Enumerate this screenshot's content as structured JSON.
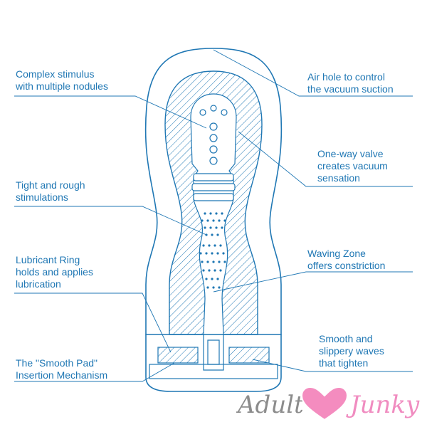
{
  "colors": {
    "line": "#1f77b4",
    "text": "#1f77b4",
    "watermark_gray": "#8c8c8c",
    "watermark_pink": "#f08cc0",
    "heart": "#f48cbf"
  },
  "labels_left": [
    {
      "id": "complex-stimulus",
      "lines": [
        "Complex stimulus",
        "with multiple nodules"
      ]
    },
    {
      "id": "tight-rough",
      "lines": [
        "Tight and rough",
        "stimulations"
      ]
    },
    {
      "id": "lubricant-ring",
      "lines": [
        "Lubricant Ring",
        "holds and applies",
        "lubrication"
      ]
    },
    {
      "id": "smooth-pad",
      "lines": [
        "The \"Smooth Pad\"",
        "Insertion Mechanism"
      ]
    }
  ],
  "labels_right": [
    {
      "id": "air-hole",
      "lines": [
        "Air hole to control",
        "the vacuum suction"
      ]
    },
    {
      "id": "one-way-valve",
      "lines": [
        "One-way valve",
        "creates vacuum",
        "sensation"
      ]
    },
    {
      "id": "waving-zone",
      "lines": [
        "Waving Zone",
        "offers constriction"
      ]
    },
    {
      "id": "smooth-slippery",
      "lines": [
        "Smooth and",
        "slippery waves",
        "that tighten"
      ]
    }
  ],
  "watermark": {
    "word1": "Adult",
    "word2": "Junky",
    "heart_icon": "heart-icon"
  }
}
